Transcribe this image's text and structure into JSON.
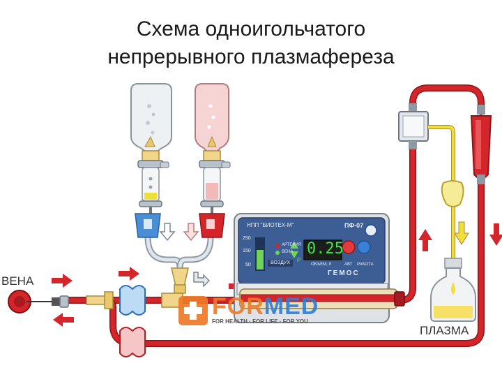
{
  "title": {
    "line1": "Схема одноигольчатого",
    "line2": "непрерывного плазмафереза"
  },
  "labels": {
    "vein": "ВЕНА",
    "plasma": "ПЛАЗМА"
  },
  "device": {
    "maker": "НПП \"БИОТЕХ-М\"",
    "model": "ПФ-07",
    "display": "0.25",
    "brand": "ГЕМОС",
    "scale_250": "250",
    "scale_150": "150",
    "scale_50": "50",
    "artery": "АРТЕРИЯ",
    "vein": "ВЕНА",
    "air": "ВОЗДУХ",
    "p_label": "P",
    "volume": "ОБЪЕМ, Л",
    "auto": "АВТ",
    "work": "РАБОТА"
  },
  "watermark": {
    "brand_left": "FOR",
    "brand_right": "MED",
    "tagline": "FOR HEALTH · FOR LIFE · FOR YOU"
  },
  "colors": {
    "blood": "#d4262a",
    "plasma": "#f0de3a",
    "saline_blue": "#4a8fd6",
    "device_body": "#3d5e95",
    "watermark_orange": "#ee7a28",
    "watermark_blue": "#2f7ed4"
  }
}
